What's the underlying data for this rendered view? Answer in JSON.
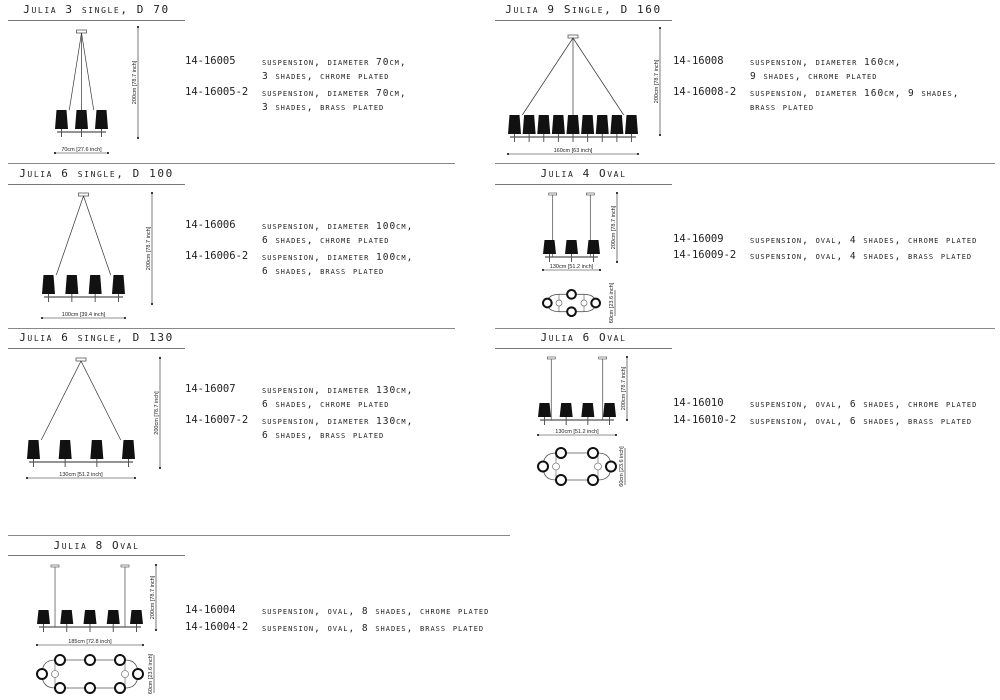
{
  "products": [
    {
      "title": "Julia 3 single, D 70",
      "shades": 3,
      "type": "single",
      "height_label": "200cm [78.7 inch]",
      "width_label": "70cm [27.6 inch]",
      "variants": [
        {
          "code": "14-16005",
          "desc": [
            "suspension, diameter 70cm,",
            "3 shades, chrome plated"
          ]
        },
        {
          "code": "14-16005-2",
          "desc": [
            "suspension, diameter 70cm,",
            "3 shades, brass plated"
          ]
        }
      ]
    },
    {
      "title": "Julia 6 single, D 100",
      "shades": 4,
      "type": "single",
      "height_label": "200cm [78.7 inch]",
      "width_label": "100cm [39.4 inch]",
      "variants": [
        {
          "code": "14-16006",
          "desc": [
            "suspension, diameter 100cm,",
            "6 shades, chrome plated"
          ]
        },
        {
          "code": "14-16006-2",
          "desc": [
            "suspension, diameter 100cm,",
            "6 shades, brass plated"
          ]
        }
      ]
    },
    {
      "title": "Julia 6 single, D 130",
      "shades": 4,
      "type": "single",
      "height_label": "200cm [78.7 inch]",
      "width_label": "130cm [51.2 inch]",
      "variants": [
        {
          "code": "14-16007",
          "desc": [
            "suspension, diameter 130cm,",
            "6 shades, chrome plated"
          ]
        },
        {
          "code": "14-16007-2",
          "desc": [
            "suspension, diameter 130cm,",
            "6 shades, brass plated"
          ]
        }
      ]
    },
    {
      "title": "Julia 9 Single, D 160",
      "shades": 9,
      "type": "single",
      "height_label": "200cm [78.7 inch]",
      "width_label": "160cm [63 inch]",
      "variants": [
        {
          "code": "14-16008",
          "desc": [
            "suspension, diameter 160cm,",
            "9 shades, chrome plated"
          ]
        },
        {
          "code": "14-16008-2",
          "desc": [
            "suspension, diameter 160cm, 9 shades,",
            "brass plated"
          ]
        }
      ]
    },
    {
      "title": "Julia 4 Oval",
      "shades": 3,
      "type": "oval",
      "oval_shades": 4,
      "height_label": "200cm [78.7 inch]",
      "width_label": "130cm [51.2 inch]",
      "depth_label": "60cm [23.6 inch]",
      "variants": [
        {
          "code": "14-16009",
          "desc": [
            "suspension, oval, 4 shades, chrome plated"
          ]
        },
        {
          "code": "14-16009-2",
          "desc": [
            "suspension, oval, 4 shades, brass plated"
          ]
        }
      ]
    },
    {
      "title": "Julia 6 Oval",
      "shades": 4,
      "type": "oval",
      "oval_shades": 6,
      "height_label": "200cm [78.7 inch]",
      "width_label": "130cm [51.2 inch]",
      "depth_label": "60cm [23.6 inch]",
      "variants": [
        {
          "code": "14-16010",
          "desc": [
            "suspension, oval, 6 shades, chrome plated"
          ]
        },
        {
          "code": "14-16010-2",
          "desc": [
            "suspension, oval, 6 shades, brass plated"
          ]
        }
      ]
    },
    {
      "title": "Julia 8 Oval",
      "shades": 5,
      "type": "oval",
      "oval_shades": 8,
      "height_label": "200cm [78.7 inch]",
      "width_label": "185cm [72.8 inch]",
      "depth_label": "60cm [23.6 inch]",
      "variants": [
        {
          "code": "14-16004",
          "desc": [
            "suspension, oval, 8 shades, chrome plated"
          ]
        },
        {
          "code": "14-16004-2",
          "desc": [
            "suspension, oval, 8 shades, brass plated"
          ]
        }
      ]
    }
  ]
}
